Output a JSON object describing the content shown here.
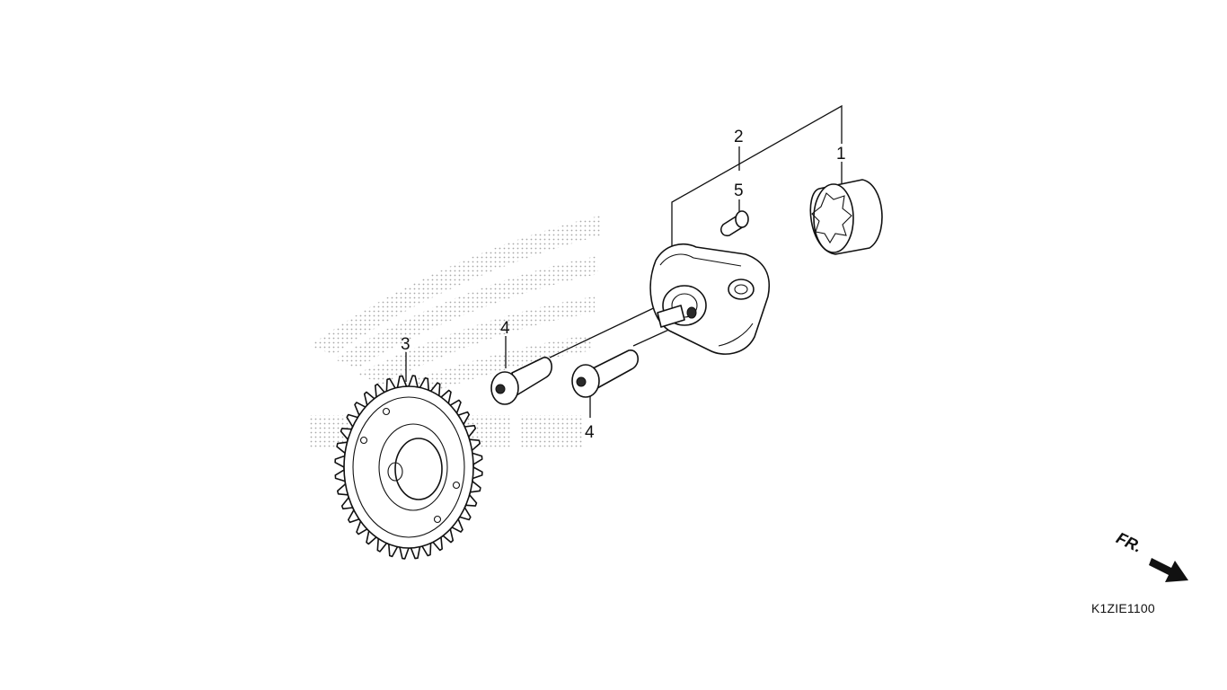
{
  "diagram": {
    "callouts": [
      {
        "id": "1",
        "label": "1"
      },
      {
        "id": "2",
        "label": "2"
      },
      {
        "id": "3",
        "label": "3"
      },
      {
        "id": "4a",
        "label": "4"
      },
      {
        "id": "4b",
        "label": "4"
      },
      {
        "id": "5",
        "label": "5"
      }
    ],
    "direction_label": "FR.",
    "diagram_code": "K1ZIE1100",
    "watermark": "honda-wing-logo"
  }
}
